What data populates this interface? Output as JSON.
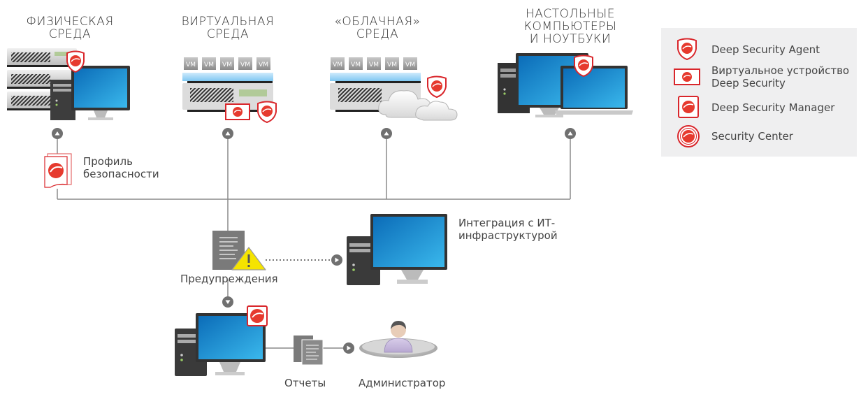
{
  "environments": [
    {
      "id": "physical",
      "title_line1": "ФИЗИЧЕСКАЯ",
      "title_line2": "СРЕДА",
      "title_line3": ""
    },
    {
      "id": "virtual",
      "title_line1": "ВИРТУАЛЬНАЯ",
      "title_line2": "СРЕДА",
      "title_line3": ""
    },
    {
      "id": "cloud",
      "title_line1": "«ОБЛАЧНАЯ»",
      "title_line2": "СРЕДА",
      "title_line3": ""
    },
    {
      "id": "desktops",
      "title_line1": "НАСТОЛЬНЫЕ",
      "title_line2": "КОМПЬЮТЕРЫ",
      "title_line3": "И НОУТБУКИ"
    }
  ],
  "vm_label": "VM",
  "labels": {
    "profile_line1": "Профиль",
    "profile_line2": "безопасности",
    "alerts": "Предупреждения",
    "integration_line1": "Интеграция с ИТ-",
    "integration_line2": "инфраструктурой",
    "reports": "Отчеты",
    "admin": "Администратор"
  },
  "legend": {
    "items": [
      {
        "icon": "agent-shield-icon",
        "line1": "Deep Security Agent",
        "line2": ""
      },
      {
        "icon": "virtual-appliance-icon",
        "line1": "Виртуальное устройство",
        "line2": "Deep Security"
      },
      {
        "icon": "manager-icon",
        "line1": "Deep Security Manager",
        "line2": ""
      },
      {
        "icon": "security-center-icon",
        "line1": "Security Center",
        "line2": ""
      }
    ]
  },
  "colors": {
    "accent_red": "#d9262b",
    "line_gray": "#8a8a8a",
    "node_gray": "#6e6e6e",
    "screen_blue": "#1f8fd6",
    "legend_bg": "#efeff0",
    "warning_yellow": "#f5e400"
  }
}
